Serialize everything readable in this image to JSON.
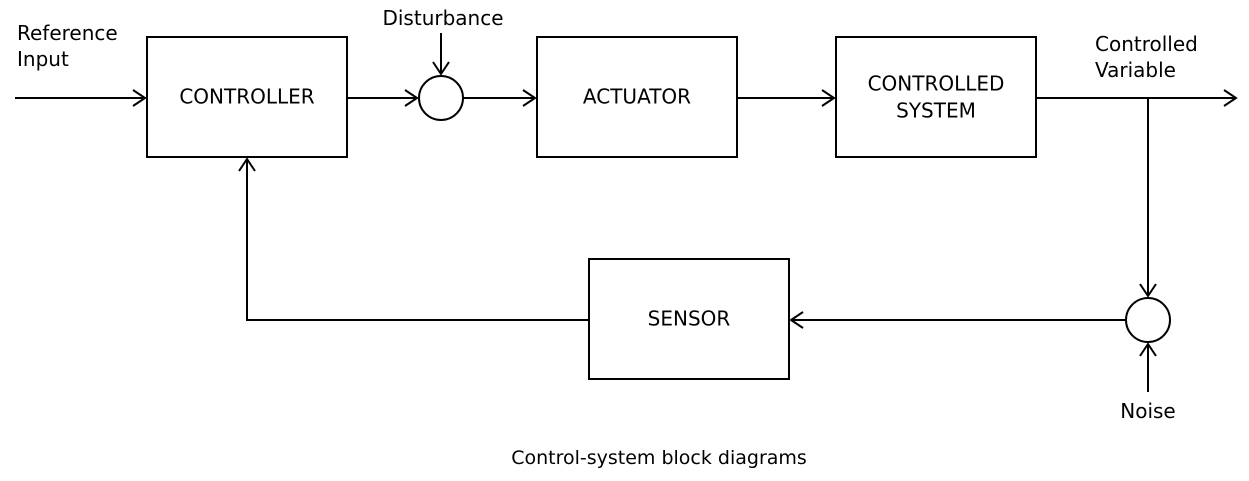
{
  "blocks": {
    "controller": "CONTROLLER",
    "actuator": "ACTUATOR",
    "controlled_system": [
      "CONTROLLED",
      "SYSTEM"
    ],
    "sensor": "SENSOR"
  },
  "signals": {
    "reference_input": [
      "Reference",
      "Input"
    ],
    "disturbance": "Disturbance",
    "controlled_variable": [
      "Controlled",
      "Variable"
    ],
    "noise": "Noise"
  },
  "caption": "Control-system block diagrams"
}
